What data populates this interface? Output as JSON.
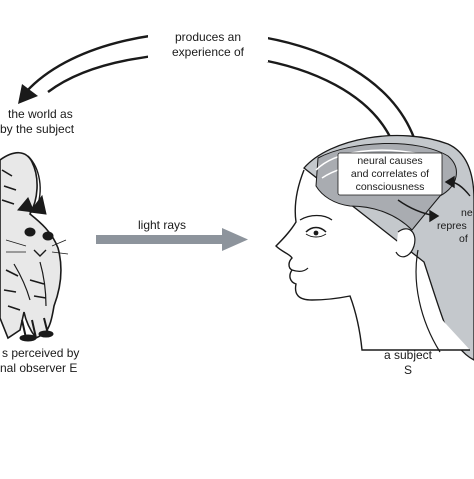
{
  "diagram": {
    "top_arc_label": [
      "produces an",
      "experience of"
    ],
    "world_label": [
      "the world as",
      "by the subject"
    ],
    "cat_label": [
      "s perceived by",
      "nal observer E"
    ],
    "arrow_label": "light rays",
    "subject_label": [
      "a subject",
      "S"
    ],
    "brain_label": [
      "neural causes",
      "and correlates of",
      "consciousness"
    ],
    "side_label": [
      "ne",
      "repres",
      "of"
    ]
  },
  "colors": {
    "ink": "#1a1a1a",
    "arrow_gray": "#8d949c",
    "brain_gray": "#a9acb1",
    "hair_gray": "#c4c8cc"
  },
  "icons": {
    "cat": "cat-illustration",
    "head": "human-head-profile-illustration",
    "arrow": "right-arrow"
  }
}
